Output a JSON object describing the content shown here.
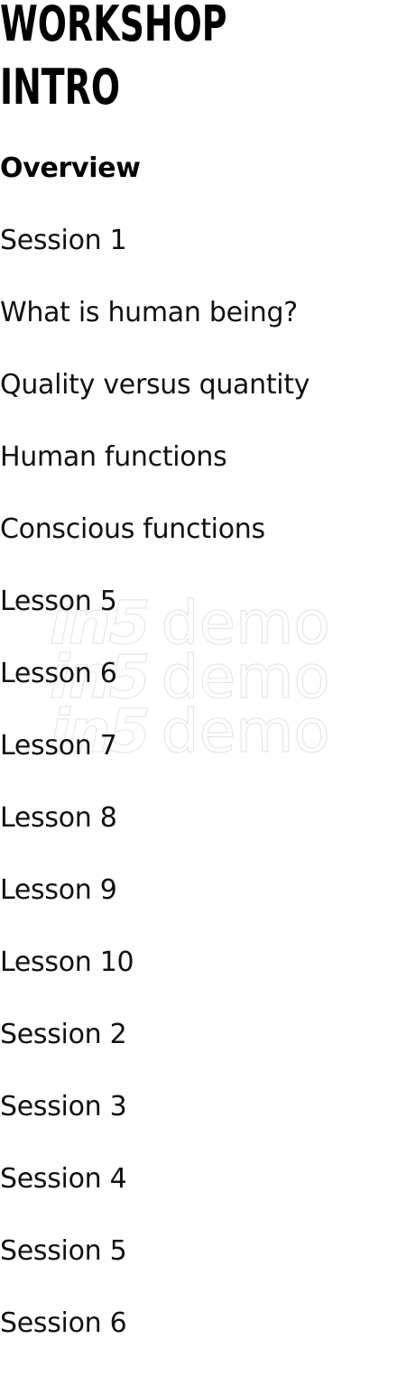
{
  "header": {
    "title_line1": "WORKSHOP",
    "title_line2": "INTRO"
  },
  "nav": {
    "items": [
      {
        "label": "Overview",
        "active": true
      },
      {
        "label": "Session 1"
      },
      {
        "label": "What is human being?"
      },
      {
        "label": "Quality versus quantity"
      },
      {
        "label": "Human functions"
      },
      {
        "label": "Conscious functions"
      },
      {
        "label": "Lesson 5"
      },
      {
        "label": "Lesson 6"
      },
      {
        "label": "Lesson 7"
      },
      {
        "label": "Lesson 8"
      },
      {
        "label": "Lesson 9"
      },
      {
        "label": "Lesson 10"
      },
      {
        "label": "Session 2"
      },
      {
        "label": "Session 3"
      },
      {
        "label": "Session 4"
      },
      {
        "label": "Session 5"
      },
      {
        "label": "Session 6"
      }
    ]
  },
  "watermark": {
    "brand": "in5",
    "word": "demo"
  }
}
